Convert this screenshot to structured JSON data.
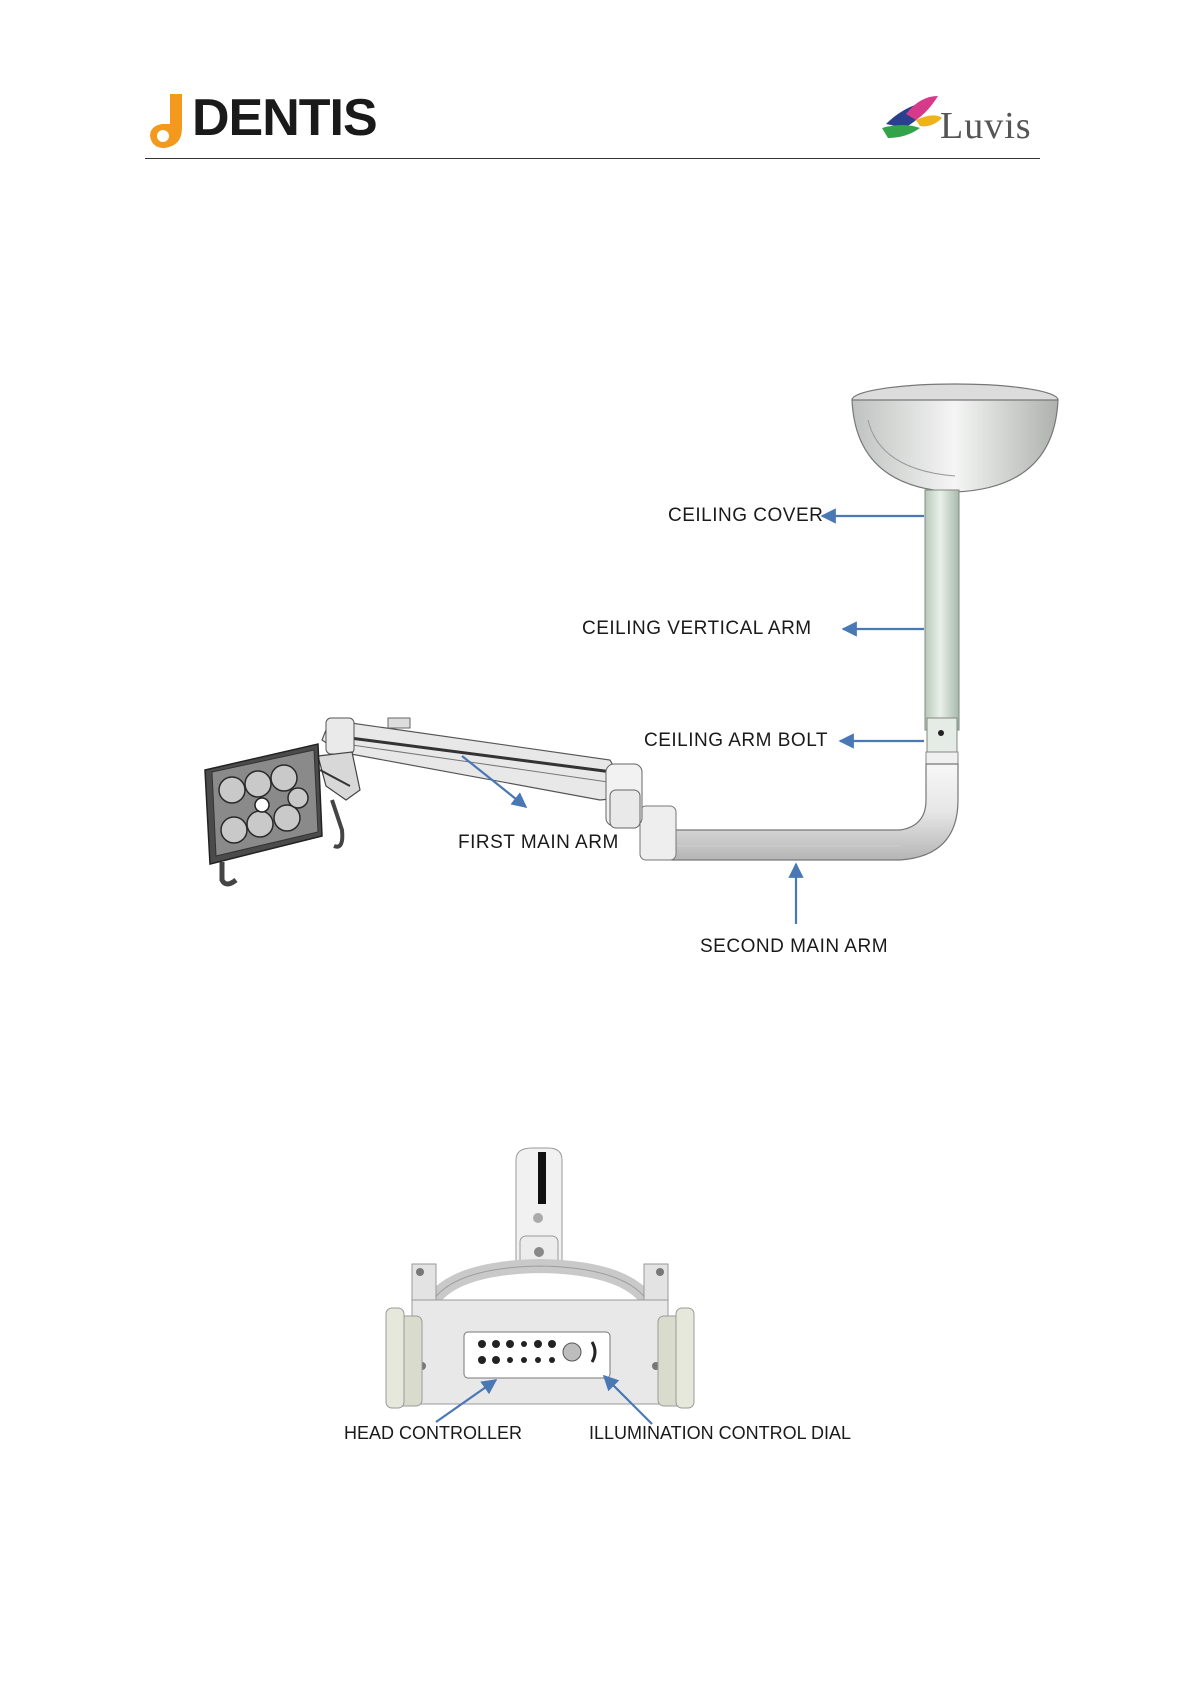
{
  "header": {
    "left_logo": "DENTIS",
    "right_logo": "Luvis"
  },
  "figure1": {
    "labels": {
      "ceiling_cover": "CEILING  COVER",
      "ceiling_vertical_arm": "CEILING  VERTICAL  ARM",
      "ceiling_arm_bolt": "CEILING  ARM BOLT",
      "first_main_arm": "FIRST  MAIN  ARM",
      "second_main_arm": "SECOND  MAIN  ARM"
    }
  },
  "figure2": {
    "labels": {
      "head_controller": "HEAD CONTROLLER",
      "illumination_control_dial": "ILLUMINATION CONTROL DIAL"
    }
  },
  "colors": {
    "arrow": "#4a78b5",
    "arm_fill": "#e9ece8",
    "pole_fill": "#d6e4d8",
    "logo_orange": "#f39a1e"
  }
}
